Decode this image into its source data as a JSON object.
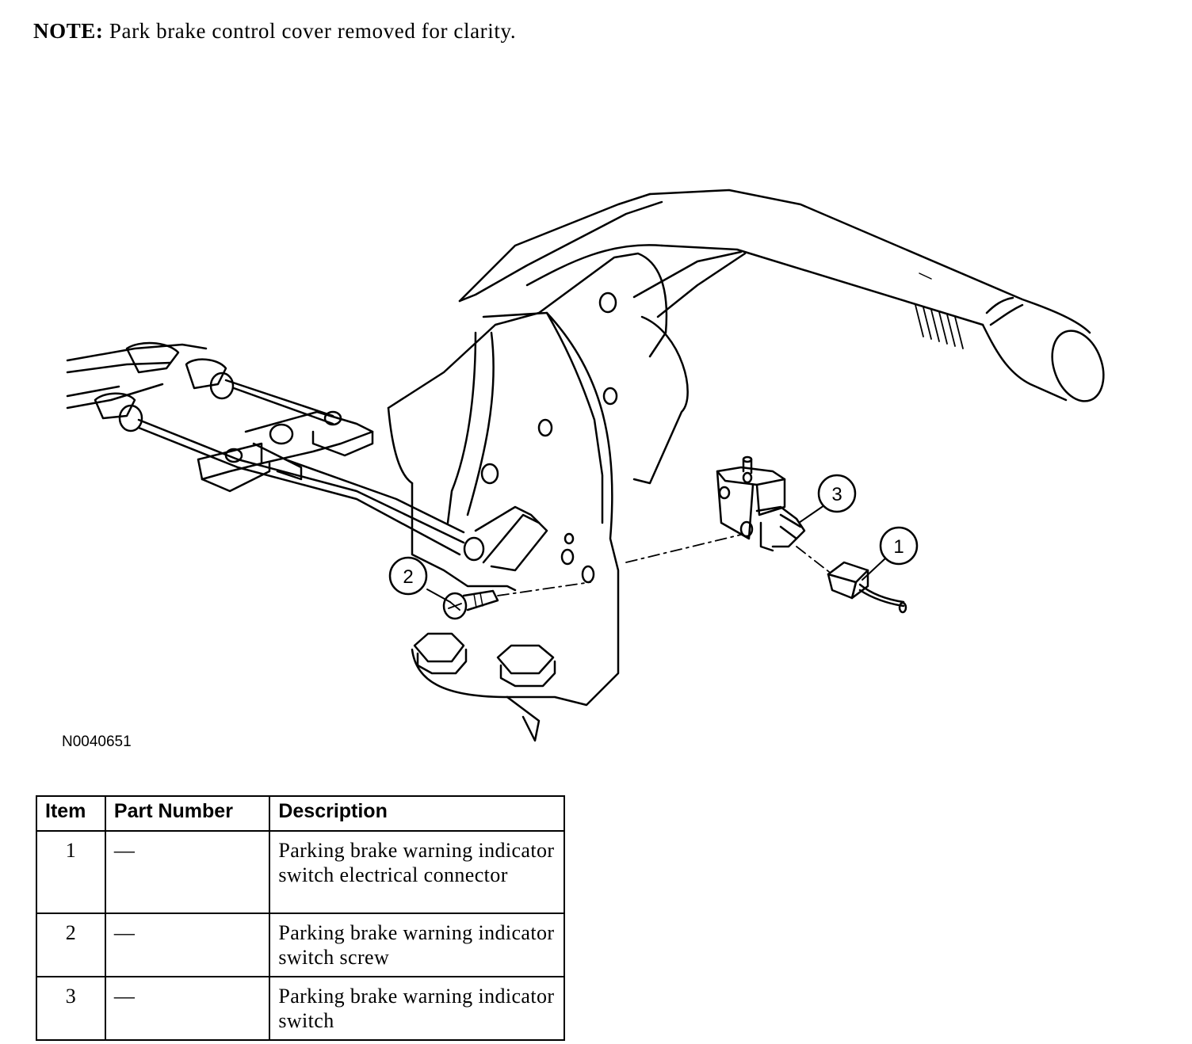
{
  "note": {
    "label": "NOTE:",
    "text": "Park brake control cover removed for clarity."
  },
  "figure": {
    "id": "N0040651",
    "callouts": [
      "1",
      "2",
      "3"
    ]
  },
  "table": {
    "headers": [
      "Item",
      "Part Number",
      "Description"
    ],
    "rows": [
      {
        "item": "1",
        "part_number": "—",
        "description": "Parking brake warning indicator switch electrical connector"
      },
      {
        "item": "2",
        "part_number": "—",
        "description": "Parking brake warning indicator switch screw"
      },
      {
        "item": "3",
        "part_number": "—",
        "description": "Parking brake warning indicator switch"
      }
    ]
  }
}
